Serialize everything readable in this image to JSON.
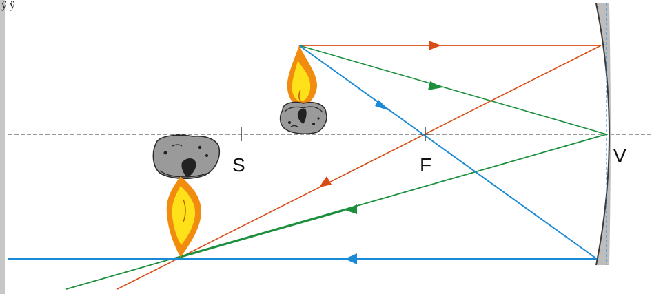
{
  "labels": {
    "s": "S",
    "f": "F",
    "v": "V",
    "corner": "ÿ ÿ"
  },
  "colors": {
    "axis": "#333333",
    "ray_red": "#d94b12",
    "ray_green": "#1a8f3c",
    "ray_blue": "#1b8ad6",
    "mirror": "#3a3a3a",
    "mirror_fill": "#bdbdbd",
    "flame_outer": "#f28c0f",
    "flame_inner": "#ffe11a",
    "candle": "#9a9a9a",
    "left_bar": "#c7c7c7"
  },
  "icons": {
    "object_candle": "candle-flame-icon",
    "image_candle": "inverted-candle-flame-icon",
    "mirror": "concave-mirror"
  }
}
